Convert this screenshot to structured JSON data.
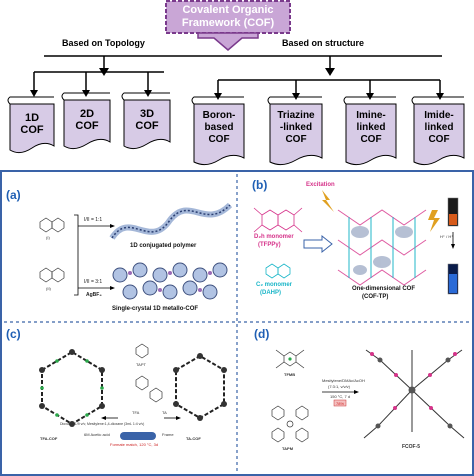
{
  "title": {
    "line1": "Covalent Organic",
    "line2": "Framework (COF)"
  },
  "branches": {
    "topology": "Based on Topology",
    "structure": "Based on structure"
  },
  "topology_items": [
    {
      "lines": [
        "1D",
        "COF"
      ]
    },
    {
      "lines": [
        "2D",
        "COF"
      ]
    },
    {
      "lines": [
        "3D",
        "COF"
      ]
    }
  ],
  "structure_items": [
    {
      "lines": [
        "Boron-",
        "based",
        "COF"
      ]
    },
    {
      "lines": [
        "Triazine",
        "-linked",
        "COF"
      ]
    },
    {
      "lines": [
        "Imine-",
        "linked",
        "COF"
      ]
    },
    {
      "lines": [
        "Imide-",
        "linked",
        "COF"
      ]
    }
  ],
  "panels": {
    "a": {
      "label": "(a)",
      "ratio1": "I/II = 1:1",
      "ratio2": "I/II = 3:1",
      "reagent": "AgBF₄",
      "product1": "1D conjugated polymer",
      "product2": "Single-crystal 1D metallo-COF",
      "mon1": "(I)",
      "mon2": "(II)"
    },
    "b": {
      "label": "(b)",
      "excitation": "Excitation",
      "monomer1_line1": "D₂h monomer",
      "monomer1_line2": "(TFPPy)",
      "monomer2_line1": "C₂ monomer",
      "monomer2_line2": "(DAHP)",
      "product_line1": "One-dimensional COF",
      "product_line2": "(COF-TP)",
      "ion": "H⁺ / H⁺"
    },
    "c": {
      "label": "(c)",
      "tapt": "TAPT",
      "tfa": "TFA",
      "ta": "TA",
      "left_product": "TFA-COF",
      "right_product": "TA-COF",
      "conditions": "Dioxane: 1/9 v/v; Mesitylene:1,4-dioxane (3mL 1:4 v/v)",
      "acid": "6M Acetic acid",
      "reagent_left": "Frame",
      "formate": "Formate match, 120 °C, 3d"
    },
    "d": {
      "label": "(d)",
      "mon1": "TFMB",
      "mon2": "TAPM",
      "conditions": "Mesitylene/DMAc/AcOH",
      "conditions2": "(7:3:1, v/v/v)",
      "conditions3": "150 °C, 7 d",
      "yield": "78%",
      "product": "FCOF-5"
    }
  },
  "colors": {
    "title_fill": "#c9a6d6",
    "title_stroke": "#7a3a8c",
    "scroll_fill": "#d7cbe6",
    "frame_blue": "#3a63a8",
    "label_blue": "#1f5fb4",
    "pink": "#d6338a",
    "cyan": "#1ab6c8"
  }
}
